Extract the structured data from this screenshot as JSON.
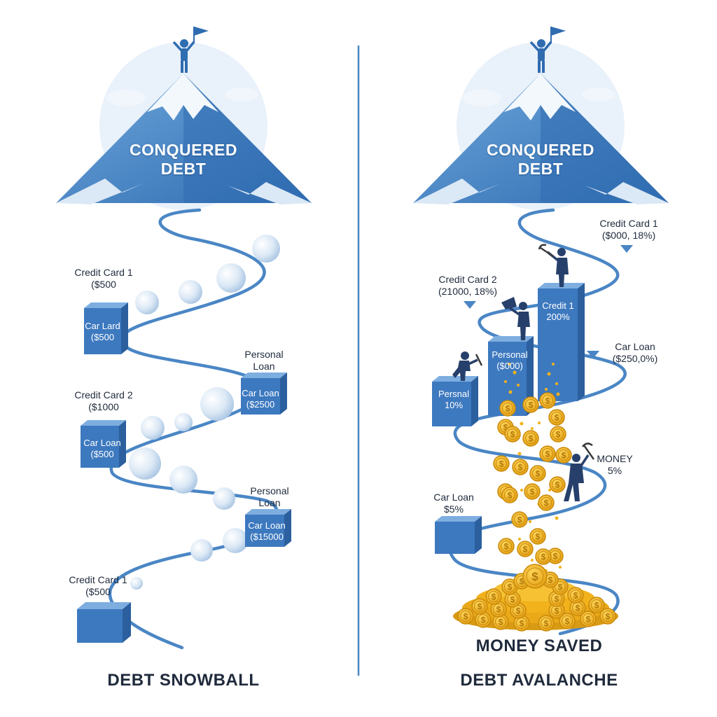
{
  "colors": {
    "road": "#4a86c5",
    "mountain_light": "#5f9bd6",
    "mountain_dark": "#2f6cb0",
    "snow": "#f3f8fd",
    "cube_front": "#3d79bf",
    "cube_top": "#7eaee0",
    "cube_side": "#2b5f9e",
    "snowball": "#dbe8f5",
    "coin": "#f2b21b",
    "coin_edge": "#c98a0c",
    "text_dark": "#1f2a3c",
    "divider": "#4a86c5"
  },
  "snowball": {
    "title": "DEBT SNOWBALL",
    "peak": {
      "line1": "CONQUERED",
      "line2": "DEBT"
    },
    "labels": [
      {
        "id": "cc1-top",
        "line1": "Credit Card 1",
        "line2": "($500"
      },
      {
        "id": "personal-1",
        "line1": "Personal",
        "line2": "Loan"
      },
      {
        "id": "cc2",
        "line1": "Credit Card 2",
        "line2": "($1000"
      },
      {
        "id": "personal-2",
        "line1": "Personal",
        "line2": "Loan"
      },
      {
        "id": "cc1-bottom",
        "line1": "Credit Card 1",
        "line2": "($500"
      }
    ],
    "cubes": [
      {
        "id": "cube-1",
        "line1": "Car Lard",
        "line2": "($500"
      },
      {
        "id": "cube-2",
        "line1": "Car Loan",
        "line2": "($2500"
      },
      {
        "id": "cube-3",
        "line1": "Car Loan",
        "line2": "($500"
      },
      {
        "id": "cube-4",
        "line1": "Car Loan",
        "line2": "($15000"
      },
      {
        "id": "cube-5",
        "line1": "",
        "line2": ""
      }
    ]
  },
  "avalanche": {
    "title": "DEBT AVALANCHE",
    "subtitle": "MONEY SAVED",
    "peak": {
      "line1": "CONQUERED",
      "line2": "DEBT"
    },
    "labels": [
      {
        "id": "cc1",
        "line1": "Credit Card 1",
        "line2": "($000, 18%)"
      },
      {
        "id": "cc2",
        "line1": "Credit Card 2",
        "line2": "(21000, 18%)"
      },
      {
        "id": "car-loan-right",
        "line1": "Car Loan",
        "line2": "($250,0%)"
      },
      {
        "id": "money",
        "line1": "MONEY",
        "line2": "5%"
      },
      {
        "id": "car-loan-left",
        "line1": "Car Loan",
        "line2": "$5%"
      }
    ],
    "columns": [
      {
        "id": "credit-1",
        "line1": "Credit 1",
        "line2": "200%"
      },
      {
        "id": "personal-mid",
        "line1": "Personal",
        "line2": "($000)"
      },
      {
        "id": "personal-left",
        "line1": "Persnal",
        "line2": "10%"
      },
      {
        "id": "car-cube",
        "line1": "",
        "line2": ""
      }
    ]
  }
}
